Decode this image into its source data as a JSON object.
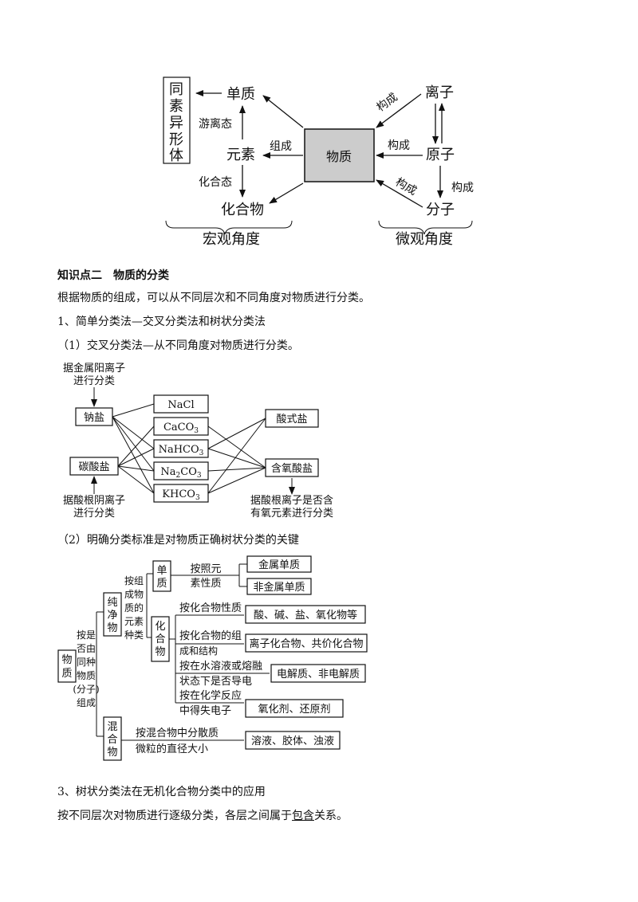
{
  "diagram1": {
    "allotrope": [
      "同",
      "素",
      "异",
      "形",
      "体"
    ],
    "simple_substance": "单质",
    "free_state": "游离态",
    "element": "元素",
    "compose": "组成",
    "substance": "物质",
    "combined_state": "化合态",
    "compound": "化合物",
    "macro": "宏观角度",
    "ion": "离子",
    "constitute": "构成",
    "atom": "原子",
    "molecule": "分子",
    "micro": "微观角度"
  },
  "section": {
    "title": "知识点二　物质的分类",
    "intro": "根据物质的组成，可以从不同层次和不同角度对物质进行分类。",
    "item1": "1、简单分类法—交叉分类法和树状分类法",
    "item1_1": "（1）交叉分类法—从不同角度对物质进行分类。",
    "item1_2": "（2）明确分类标准是对物质正确树状分类的关键",
    "item3": "3、树状分类法在无机化合物分类中的应用",
    "item3_body_pre": "按不同层次对物质进行逐级分类，各层之间属于",
    "item3_body_u": "包含",
    "item3_body_post": "关系。"
  },
  "diagram2": {
    "top_note_1": "据金属阳离子",
    "top_note_2": "进行分类",
    "left1": "钠盐",
    "left2": "碳酸盐",
    "bottom_note_1": "据酸根阴离子",
    "bottom_note_2": "进行分类",
    "mid": [
      {
        "main": "NaCl"
      },
      {
        "main": "CaCO",
        "sub": "3"
      },
      {
        "main": "NaHCO",
        "sub": "3"
      },
      {
        "pre": "Na",
        "sub1": "2",
        "main": "CO",
        "sub": "3"
      },
      {
        "main": "KHCO",
        "sub": "3"
      }
    ],
    "right1": "酸式盐",
    "right2": "含氧酸盐",
    "right_note_1": "据酸根离子是否含",
    "right_note_2": "有氧元素进行分类"
  },
  "diagram3": {
    "root": [
      "物",
      "质"
    ],
    "root_crit": [
      "按是",
      "否由",
      "同种",
      "物质",
      "(分子)",
      "组成"
    ],
    "pure": [
      "纯",
      "净",
      "物"
    ],
    "pure_crit": [
      "按组",
      "成物",
      "质的",
      "元素",
      "种类"
    ],
    "mixture": [
      "混",
      "合",
      "物"
    ],
    "simple": [
      "单",
      "质"
    ],
    "compound": [
      "化",
      "合",
      "物"
    ],
    "simple_crit": [
      "按照元",
      "素性质"
    ],
    "metal": "金属单质",
    "nonmetal": "非金属单质",
    "c1": "按化合物性质",
    "r1": "酸、碱、盐、氧化物等",
    "c2a": "按化合物的组",
    "c2b": "成和结构",
    "r2": "离子化合物、共价化合物",
    "c3a": "按在水溶液或熔融",
    "c3b": "状态下是否导电",
    "r3": "电解质、非电解质",
    "c4a": "按在化学反应",
    "c4b": "中得失电子",
    "r4": "氧化剂、还原剂",
    "m1a": "按混合物中分散质",
    "m1b": "微粒的直径大小",
    "mr": "溶液、胶体、浊液"
  }
}
